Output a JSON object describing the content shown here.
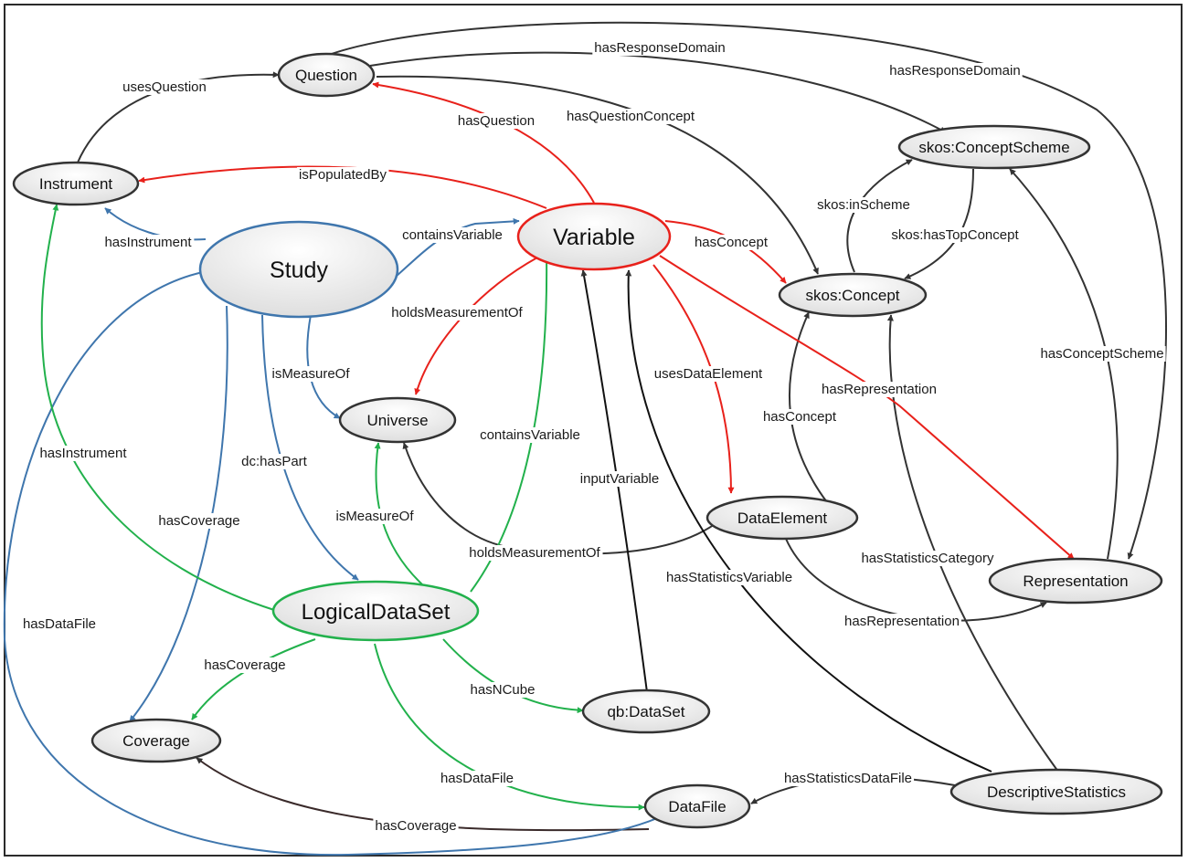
{
  "nodes": {
    "question": "Question",
    "instrument": "Instrument",
    "study": "Study",
    "variable": "Variable",
    "concept_scheme": "skos:ConceptScheme",
    "concept": "skos:Concept",
    "universe": "Universe",
    "data_element": "DataElement",
    "representation": "Representation",
    "logical_dataset": "LogicalDataSet",
    "qb_dataset": "qb:DataSet",
    "coverage": "Coverage",
    "datafile": "DataFile",
    "descriptive_statistics": "DescriptiveStatistics"
  },
  "edges": {
    "usesQuestion": "usesQuestion",
    "hasResponseDomain_1": "hasResponseDomain",
    "hasResponseDomain_2": "hasResponseDomain",
    "hasQuestion": "hasQuestion",
    "hasQuestionConcept": "hasQuestionConcept",
    "isPopulatedBy": "isPopulatedBy",
    "hasInstrument_1": "hasInstrument",
    "containsVariable_1": "containsVariable",
    "hasConcept_1": "hasConcept",
    "skos_inScheme": "skos:inScheme",
    "skos_hasTopConcept": "skos:hasTopConcept",
    "holdsMeasurementOf_1": "holdsMeasurementOf",
    "isMeasureOf_1": "isMeasureOf",
    "usesDataElement": "usesDataElement",
    "hasConceptScheme": "hasConceptScheme",
    "hasRepresentation_1": "hasRepresentation",
    "hasConcept_2": "hasConcept",
    "containsVariable_2": "containsVariable",
    "hasInstrument_2": "hasInstrument",
    "dc_hasPart": "dc:hasPart",
    "inputVariable": "inputVariable",
    "hasCoverage_1": "hasCoverage",
    "isMeasureOf_2": "isMeasureOf",
    "holdsMeasurementOf_2": "holdsMeasurementOf",
    "hasStatisticsCategory": "hasStatisticsCategory",
    "hasStatisticsVariable": "hasStatisticsVariable",
    "hasRepresentation_2": "hasRepresentation",
    "hasDataFile_1": "hasDataFile",
    "hasCoverage_2": "hasCoverage",
    "hasNCube": "hasNCube",
    "hasDataFile_2": "hasDataFile",
    "hasStatisticsDataFile": "hasStatisticsDataFile",
    "hasCoverage_3": "hasCoverage"
  },
  "colors": {
    "red": "#e8211b",
    "blue": "#3f76ad",
    "green": "#22b14c",
    "black": "#333333",
    "node_outline": "#333333"
  }
}
